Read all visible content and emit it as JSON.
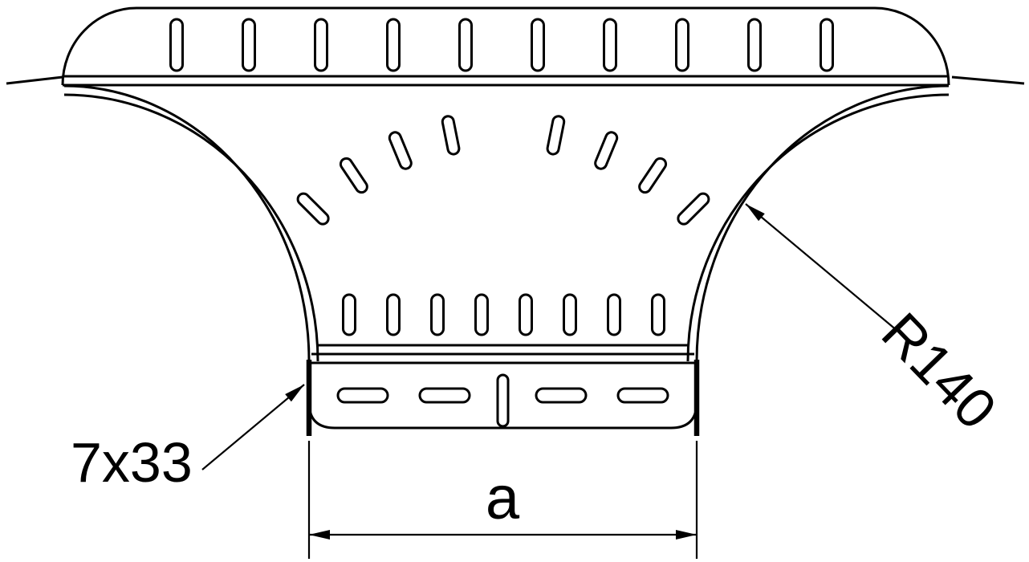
{
  "labels": {
    "slot_size": "7x33",
    "radius": "R140",
    "width_dim": "a"
  },
  "colors": {
    "line": "#000000",
    "background": "#ffffff"
  }
}
